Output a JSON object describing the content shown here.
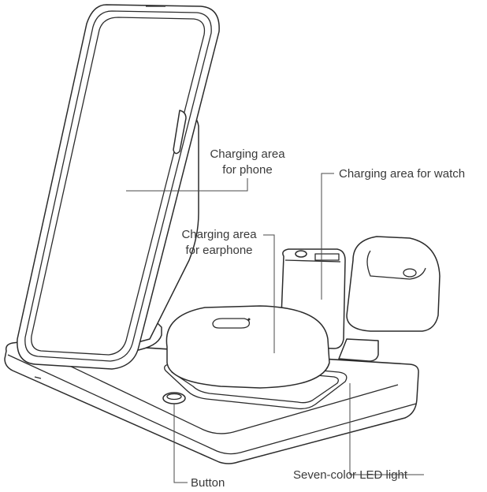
{
  "labels": {
    "phone_line1": "Charging area",
    "phone_line2": "for phone",
    "watch": "Charging area for watch",
    "earphone_line1": "Charging area",
    "earphone_line2": "for earphone",
    "button": "Button",
    "led": "Seven-color LED light"
  },
  "icons": [
    "phone-icon",
    "watch-charger-icon",
    "earbuds-case-icon",
    "charging-pad-icon",
    "button-icon",
    "led-icon"
  ]
}
